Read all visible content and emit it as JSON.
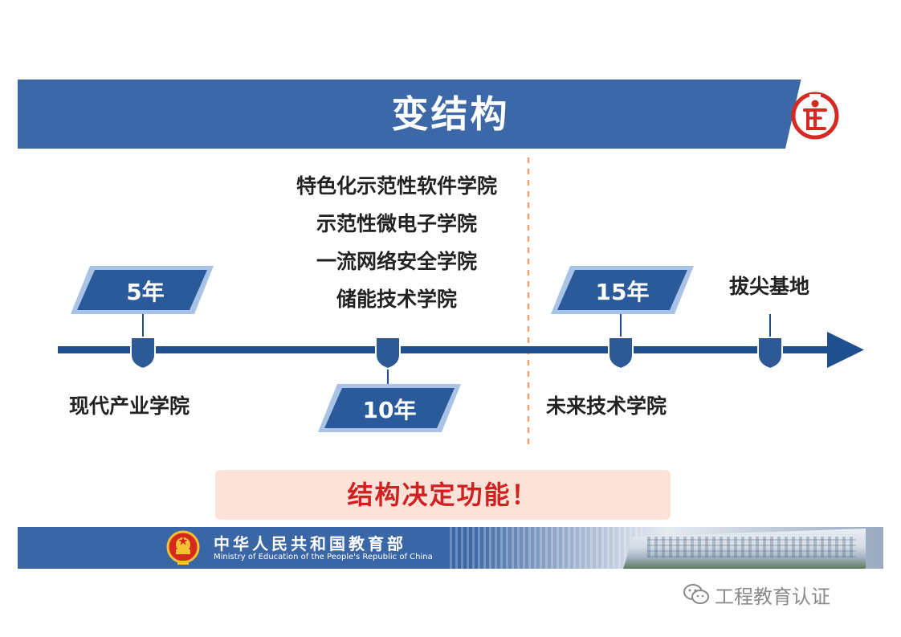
{
  "header": {
    "title": "变结构"
  },
  "timeline": {
    "periods": [
      {
        "label": "5年"
      },
      {
        "label": "10年"
      },
      {
        "label": "15年"
      }
    ],
    "nodes": [
      {
        "label": "现代产业学院"
      },
      {
        "label": "特色化示范性软件学院"
      },
      {
        "label": "未来技术学院"
      },
      {
        "label": "拔尖基地"
      }
    ],
    "center_list": [
      "特色化示范性软件学院",
      "示范性微电子学院",
      "一流网络安全学院",
      "储能技术学院"
    ]
  },
  "conclusion": "结构决定功能！",
  "footer": {
    "name_cn": "中华人民共和国教育部",
    "name_en": "Ministry of Education of the People's Republic of China"
  },
  "watermark": {
    "text": "工程教育认证",
    "icon": "wechat-icon"
  },
  "colors": {
    "primary_blue": "#3c68a8",
    "dark_blue": "#1f4f8e",
    "conclusion_red": "#d0201f",
    "conclusion_bg": "#fbe3da",
    "divider_orange": "#f0a070"
  }
}
